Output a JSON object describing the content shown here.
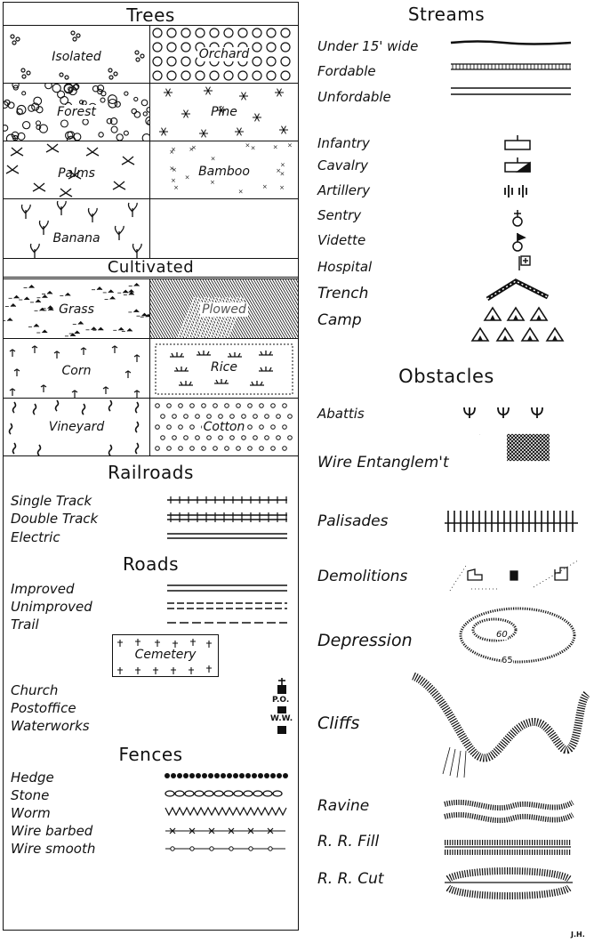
{
  "left": {
    "trees": {
      "title": "Trees",
      "cells": [
        "Isolated",
        "Orchard",
        "Forest",
        "Pine",
        "Palms",
        "Bamboo",
        "Banana"
      ]
    },
    "cultivated": {
      "title": "Cultivated",
      "cells": [
        "Grass",
        "Plowed",
        "Corn",
        "Rice",
        "Vineyard",
        "Cotton"
      ]
    },
    "railroads": {
      "title": "Railroads",
      "items": [
        "Single Track",
        "Double Track",
        "Electric"
      ]
    },
    "roads": {
      "title": "Roads",
      "items": [
        "Improved",
        "Unimproved",
        "Trail"
      ]
    },
    "cemetery": "Cemetery",
    "buildings": {
      "items": [
        "Church",
        "Postoffice",
        "Waterworks"
      ],
      "po_mark": "P.O.",
      "ww_mark": "W.W."
    },
    "fences": {
      "title": "Fences",
      "items": [
        "Hedge",
        "Stone",
        "Worm",
        "Wire barbed",
        "Wire smooth"
      ]
    }
  },
  "right": {
    "streams": {
      "title": "Streams",
      "items": [
        "Under 15' wide",
        "Fordable",
        "Unfordable"
      ]
    },
    "military": {
      "items": [
        "Infantry",
        "Cavalry",
        "Artillery",
        "Sentry",
        "Vidette",
        "Hospital",
        "Trench",
        "Camp"
      ]
    },
    "obstacles": {
      "title": "Obstacles",
      "items": [
        "Abattis",
        "Wire Entanglem't",
        "Palisades",
        "Demolitions",
        "Depression",
        "Cliffs",
        "Ravine",
        "R. R. Fill",
        "R. R. Cut"
      ],
      "depression_numbers": [
        "60",
        "65"
      ]
    }
  },
  "signature": "J.H."
}
